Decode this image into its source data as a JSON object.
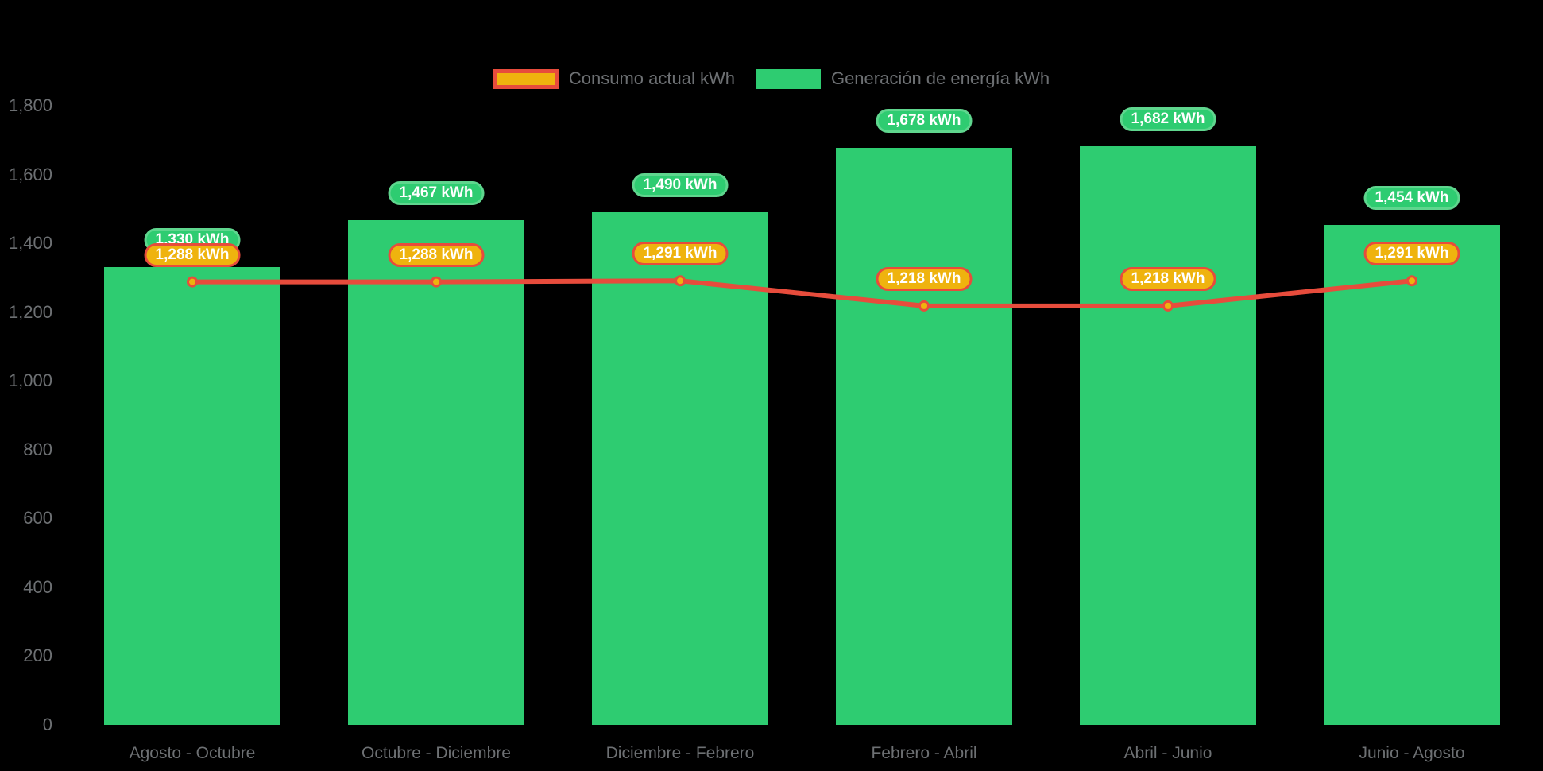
{
  "colors": {
    "background": "#000000",
    "bar": "#2ecc71",
    "bar_label_border": "#5fd68e",
    "line": "#e74c3c",
    "gold": "#efb30e",
    "axis_text": "#6d7073",
    "value_label_text": "#ffffff"
  },
  "legend": {
    "items": [
      {
        "label": "Consumo actual kWh",
        "swatch": "yellow-box-red-border"
      },
      {
        "label": "Generación de energía kWh",
        "swatch": "green-box"
      }
    ]
  },
  "chart_data": {
    "type": "bar+line",
    "categories": [
      "Agosto - Octubre",
      "Octubre - Diciembre",
      "Diciembre - Febrero",
      "Febrero - Abril",
      "Abril - Junio",
      "Junio - Agosto"
    ],
    "series": [
      {
        "name": "Generación de energía kWh",
        "type": "bar",
        "values": [
          1330,
          1467,
          1490,
          1678,
          1682,
          1454
        ],
        "labels": [
          "1,330 kWh",
          "1,467 kWh",
          "1,490 kWh",
          "1,678 kWh",
          "1,682 kWh",
          "1,454 kWh"
        ],
        "color": "#2ecc71"
      },
      {
        "name": "Consumo actual kWh",
        "type": "line",
        "values": [
          1288,
          1288,
          1291,
          1218,
          1218,
          1291
        ],
        "labels": [
          "1,288 kWh",
          "1,288 kWh",
          "1,291 kWh",
          "1,218 kWh",
          "1,218 kWh",
          "1,291 kWh"
        ],
        "color": "#e74c3c",
        "point_fill": "#efb30e"
      }
    ],
    "ylim": [
      0,
      1800
    ],
    "ytick_step": 200,
    "ytick_labels": [
      "0",
      "200",
      "400",
      "600",
      "800",
      "1,000",
      "1,200",
      "1,400",
      "1,600",
      "1,800"
    ],
    "grid": false,
    "legend_position": "top",
    "title": ""
  }
}
